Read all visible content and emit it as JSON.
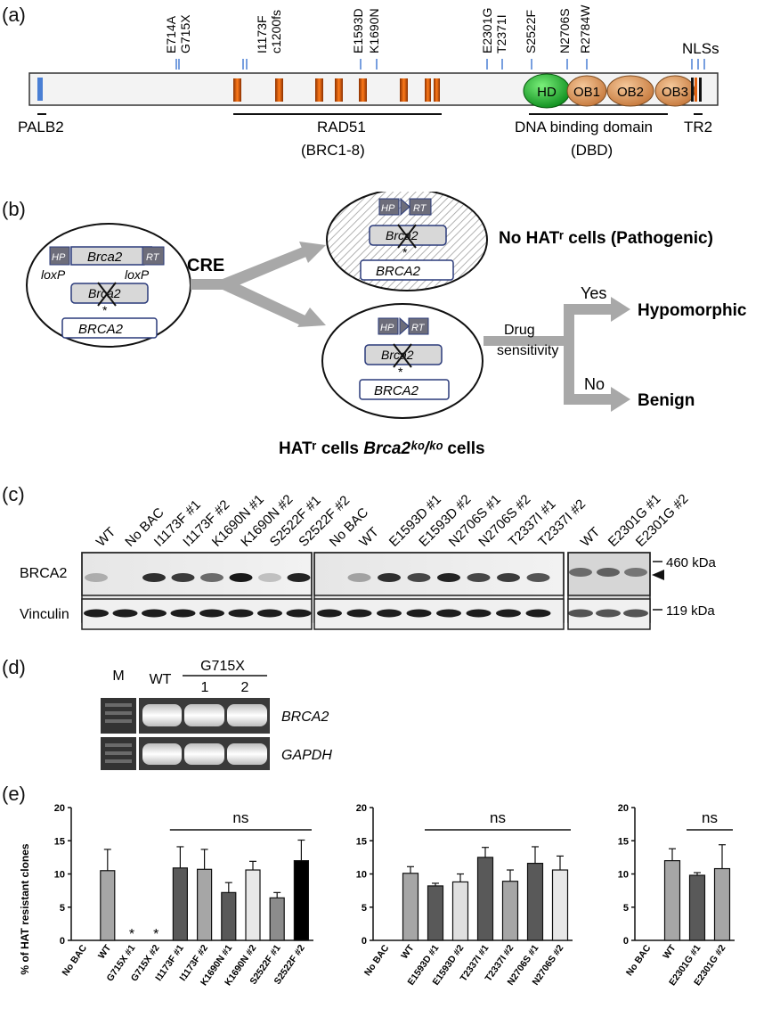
{
  "panels": {
    "a": "(a)",
    "b": "(b)",
    "c": "(c)",
    "d": "(d)",
    "e": "(e)"
  },
  "panel_a": {
    "mutations_left": [
      "E714A",
      "G715X",
      "I1173F",
      "c1200fs",
      "E1593D",
      "K1690N"
    ],
    "mutations_right": [
      "E2301G",
      "T2371I",
      "S2522F",
      "N2706S",
      "R2784W"
    ],
    "nls": "NLSs",
    "domains": [
      "HD",
      "OB1",
      "OB2",
      "OB3"
    ],
    "palb2": "PALB2",
    "rad51": "RAD51",
    "brc": "(BRC1-8)",
    "dbd": "DNA binding domain",
    "dbd_abbr": "(DBD)",
    "tr2": "TR2"
  },
  "panel_b": {
    "hp": "HP",
    "rt": "RT",
    "brca2_mouse": "Brca2",
    "loxp": "loxP",
    "brca2_human": "BRCA2",
    "star": "*",
    "cre": "CRE",
    "no_hat": "No HATʳ cells (Pathogenic)",
    "hat_cells_prefix": "HATʳ cells ",
    "hat_cells_italic": "Brca2ᵏᵒ/ᵏᵒ",
    "hat_cells_suffix": " cells",
    "drug": "Drug",
    "sensitivity": "sensitivity",
    "yes": "Yes",
    "no": "No",
    "hypomorphic": "Hypomorphic",
    "benign": "Benign"
  },
  "panel_c": {
    "lanes1": [
      "WT",
      "No BAC",
      "I1173F #1",
      "I1173F #2",
      "K1690N #1",
      "K1690N #2",
      "S2522F #1",
      "S2522F #2"
    ],
    "lanes2": [
      "No BAC",
      "WT",
      "E1593D #1",
      "E1593D #2",
      "N2706S #1",
      "N2706S #2",
      "T2337I #1",
      "T2337I #2"
    ],
    "lanes3": [
      "WT",
      "E2301G #1",
      "E2301G #2"
    ],
    "brca2": "BRCA2",
    "vinculin": "Vinculin",
    "kda460": "460 kDa",
    "kda119": "119 kDa"
  },
  "panel_d": {
    "m": "M",
    "wt": "WT",
    "g715x": "G715X",
    "l1": "1",
    "l2": "2",
    "brca2": "BRCA2",
    "gapdh": "GAPDH"
  },
  "chart_data": [
    {
      "type": "bar",
      "ylabel": "% of HAT resistant clones",
      "ylim": [
        0,
        20
      ],
      "yticks": [
        0,
        5,
        10,
        15,
        20
      ],
      "categories": [
        "No BAC",
        "WT",
        "G715X #1",
        "G715X #2",
        "I1173F #1",
        "I1173F #2",
        "K1690N #1",
        "K1690N #2",
        "S2522F #1",
        "S2522F #2"
      ],
      "values": [
        0,
        10.5,
        0,
        0,
        10.9,
        10.7,
        7.2,
        10.6,
        6.4,
        12.0
      ],
      "errors": [
        0,
        3.2,
        0,
        0,
        3.2,
        3.0,
        1.5,
        1.3,
        0.8,
        3.1
      ],
      "fills": [
        "#ffffff",
        "#a6a6a6",
        "#ffffff",
        "#ffffff",
        "#595959",
        "#a6a6a6",
        "#595959",
        "#e8e8e8",
        "#8c8c8c",
        "#000000"
      ],
      "annotations": [
        "*",
        "*"
      ],
      "sig": "ns"
    },
    {
      "type": "bar",
      "ylim": [
        0,
        20
      ],
      "yticks": [
        0,
        5,
        10,
        15,
        20
      ],
      "categories": [
        "No BAC",
        "WT",
        "E1593D #1",
        "E1593D #2",
        "T2337I #1",
        "T2337I #2",
        "N2706S #1",
        "N2706S #2"
      ],
      "values": [
        0,
        10.1,
        8.2,
        8.8,
        12.5,
        8.9,
        11.6,
        10.6
      ],
      "errors": [
        0,
        1.0,
        0.4,
        1.2,
        1.5,
        1.7,
        2.5,
        2.1
      ],
      "fills": [
        "#ffffff",
        "#a6a6a6",
        "#595959",
        "#e0e0e0",
        "#595959",
        "#a6a6a6",
        "#595959",
        "#e8e8e8"
      ],
      "sig": "ns"
    },
    {
      "type": "bar",
      "ylim": [
        0,
        20
      ],
      "yticks": [
        0,
        5,
        10,
        15,
        20
      ],
      "categories": [
        "No BAC",
        "WT",
        "E2301G #1",
        "E2301G #2"
      ],
      "values": [
        0,
        12.0,
        9.8,
        10.8
      ],
      "errors": [
        0,
        1.8,
        0.4,
        3.6
      ],
      "fills": [
        "#ffffff",
        "#a6a6a6",
        "#595959",
        "#a6a6a6"
      ],
      "sig": "ns"
    }
  ]
}
